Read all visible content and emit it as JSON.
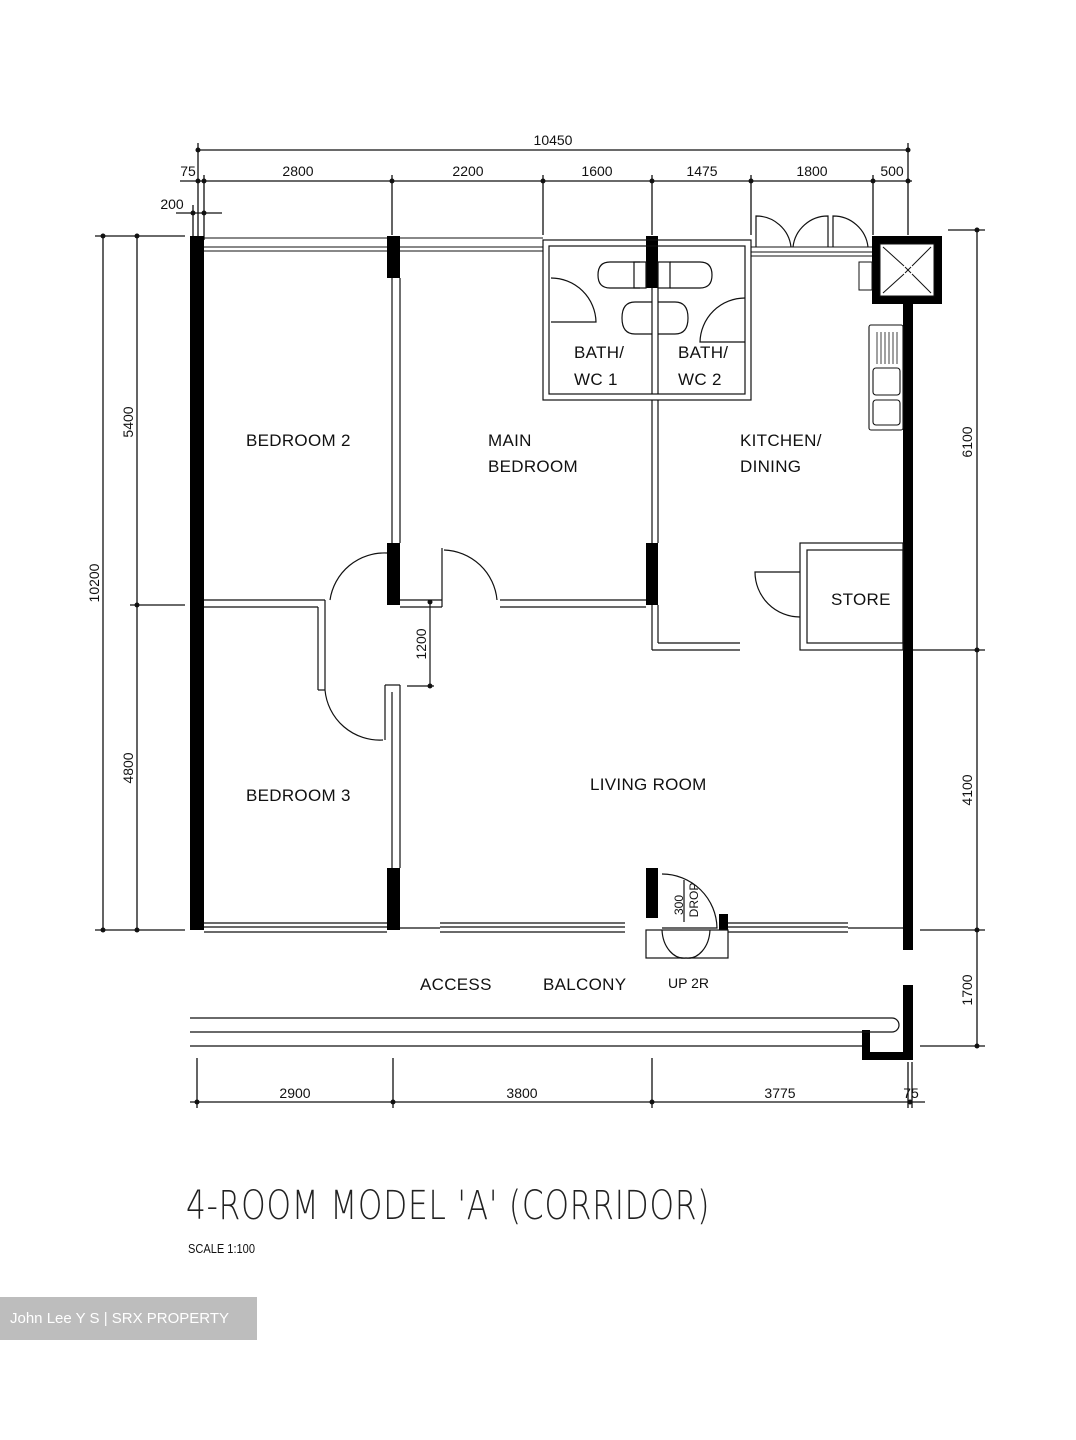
{
  "drawing": {
    "title": "4-ROOM MODEL 'A' (CORRIDOR)",
    "scale": "SCALE   1:100"
  },
  "dimensions": {
    "top_overall": "10450",
    "top_segments": [
      "75",
      "2800",
      "2200",
      "1600",
      "1475",
      "1800",
      "500"
    ],
    "top_wall": "200",
    "left_overall": "10200",
    "left_segments": [
      "5400",
      "4800"
    ],
    "right_segments": [
      "6100",
      "4100",
      "1700"
    ],
    "bottom_segments": [
      "2900",
      "3800",
      "3775",
      "75"
    ],
    "corridor_width": "1200",
    "door_step": "300",
    "door_step_label": "DROP"
  },
  "rooms": {
    "bedroom2": "BEDROOM 2",
    "main_bedroom_line1": "MAIN",
    "main_bedroom_line2": "BEDROOM",
    "bath1_line1": "BATH/",
    "bath1_line2": "WC 1",
    "bath2_line1": "BATH/",
    "bath2_line2": "WC 2",
    "kitchen_line1": "KITCHEN/",
    "kitchen_line2": "DINING",
    "store": "STORE",
    "bedroom3": "BEDROOM 3",
    "living": "LIVING ROOM",
    "access": "ACCESS",
    "balcony": "BALCONY",
    "up": "UP 2R"
  },
  "watermark": "John Lee Y S | SRX PROPERTY"
}
